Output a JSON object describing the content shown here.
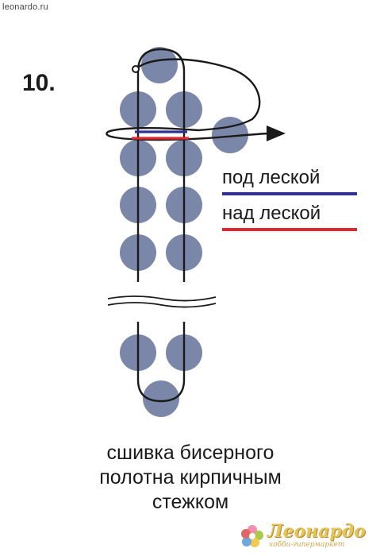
{
  "watermark_top": "leonardo.ru",
  "step_number": "10.",
  "legend": {
    "under": {
      "label": "под леской",
      "color": "#2e3192"
    },
    "over": {
      "label": "над леской",
      "color": "#e0262e"
    }
  },
  "caption": {
    "line1": "сшивка бисерного",
    "line2": "полотна кирпичным",
    "line3": "стежком"
  },
  "logo": {
    "name": "Леонардо",
    "tagline": "хобби-гипермаркет"
  },
  "colors": {
    "bead_fill": "#7b87a9",
    "thread": "#1a1a1a"
  }
}
